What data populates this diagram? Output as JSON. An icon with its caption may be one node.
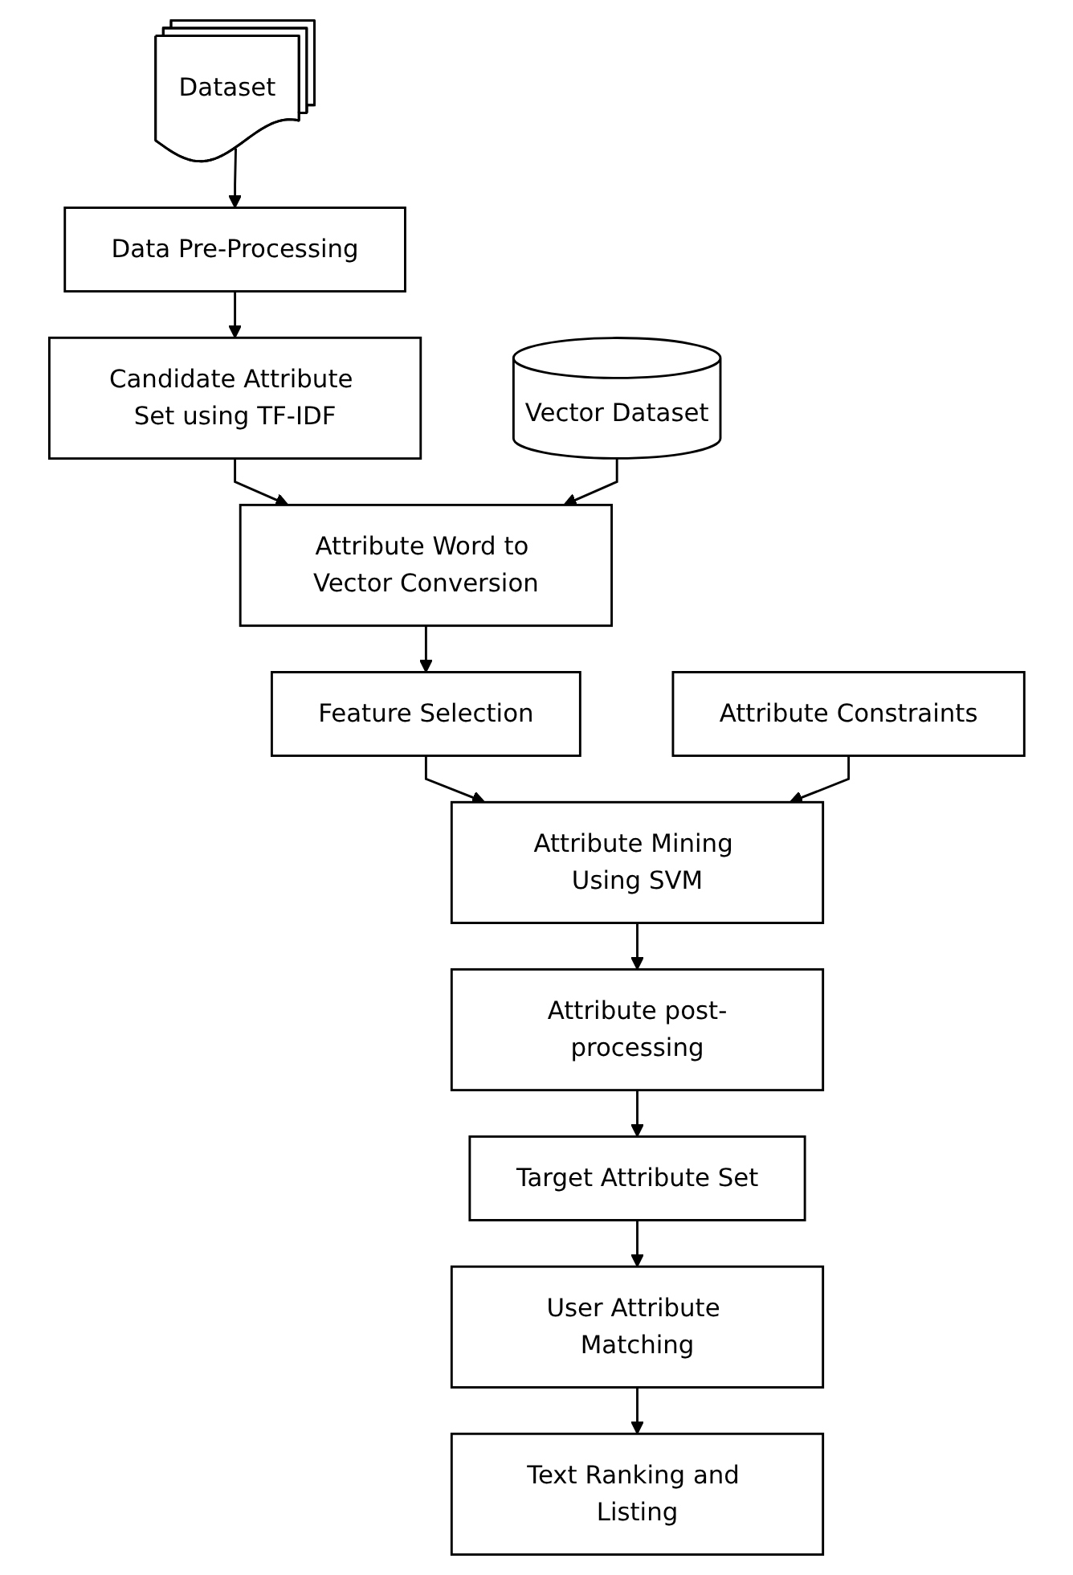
{
  "diagram": {
    "nodes": [
      {
        "text": [
          "Dataset"
        ]
      },
      {
        "text": [
          "Data Pre-Processing"
        ]
      },
      {
        "text": [
          "Candidate Attribute Set using TF-IDF"
        ]
      },
      {
        "text": [
          "Attribute Word to Vector Conversion"
        ]
      },
      {
        "text": [
          "Vector Dataset"
        ]
      },
      {
        "text": [
          "Feature Selection"
        ]
      },
      {
        "text": [
          "Attribute Mining Using SVM"
        ]
      },
      {
        "text": [
          "Attribute Constraints"
        ]
      },
      {
        "text": [
          "Attribute post-processing"
        ]
      },
      {
        "text": [
          "Target Attribute Set"
        ]
      },
      {
        "text": [
          "User Attribute Matching"
        ]
      },
      {
        "text": [
          "Text Ranking and Listing"
        ]
      }
    ],
    "edges": [
      {
        "from": 0,
        "to": 1,
        "arrow": "to"
      },
      {
        "from": 1,
        "to": 2,
        "arrow": "to"
      },
      {
        "from": 2,
        "to": 3,
        "arrow": "to"
      },
      {
        "from": 4,
        "to": 3,
        "arrow": "to"
      },
      {
        "from": 3,
        "to": 5,
        "arrow": "to"
      },
      {
        "from": 5,
        "to": 6,
        "arrow": "to"
      },
      {
        "from": 7,
        "to": 6,
        "arrow": "to"
      },
      {
        "from": 6,
        "to": 8,
        "arrow": "to"
      },
      {
        "from": 8,
        "to": 9,
        "arrow": "to"
      },
      {
        "from": 9,
        "to": 10,
        "arrow": "to"
      },
      {
        "from": 10,
        "to": 11,
        "arrow": "to"
      }
    ]
  }
}
